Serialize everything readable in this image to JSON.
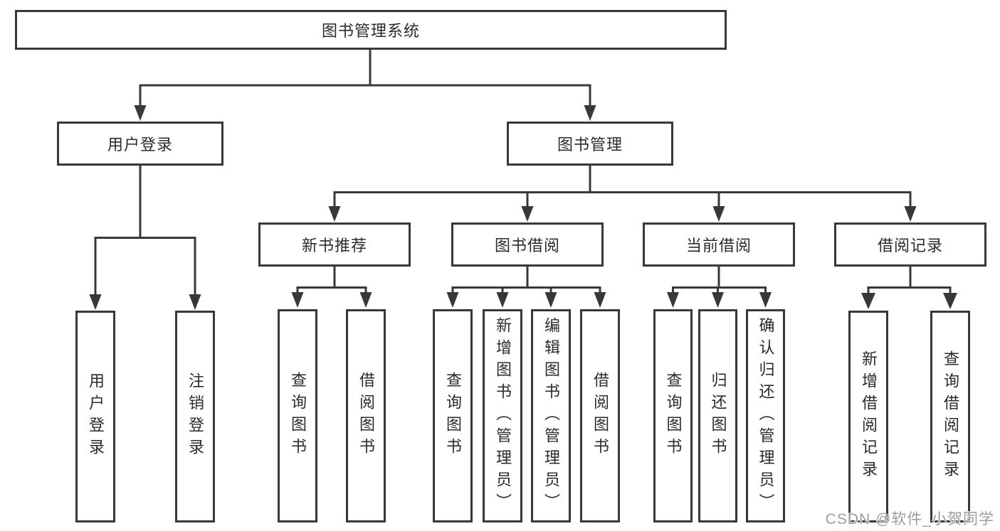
{
  "diagram": {
    "nodes": {
      "root": "图书管理系统",
      "user_login": "用户登录",
      "book_mgmt": "图书管理",
      "new_book_rec": "新书推荐",
      "book_borrow": "图书借阅",
      "current_borrow": "当前借阅",
      "borrow_records": "借阅记录",
      "ul_user_login": "用户登录",
      "ul_logout": "注销登录",
      "nbr_query_book": "查询图书",
      "nbr_borrow_book": "借阅图书",
      "bb_query_book": "查询图书",
      "bb_add_book": "新增图书（管理员）",
      "bb_edit_book": "编辑图书（管理员）",
      "bb_borrow_book": "借阅图书",
      "cb_query_book": "查询图书",
      "cb_return_book": "归还图书",
      "cb_confirm_return": "确认归还（管理员）",
      "br_add_record": "新增借阅记录",
      "br_query_record": "查询借阅记录"
    },
    "colors": {
      "line": "#383838",
      "box_border": "#383838",
      "text": "#2b2b2b",
      "background": "#ffffff",
      "watermark": "#9c9c9c"
    }
  },
  "watermark": {
    "text": "CSDN @软件_小贺同学"
  }
}
